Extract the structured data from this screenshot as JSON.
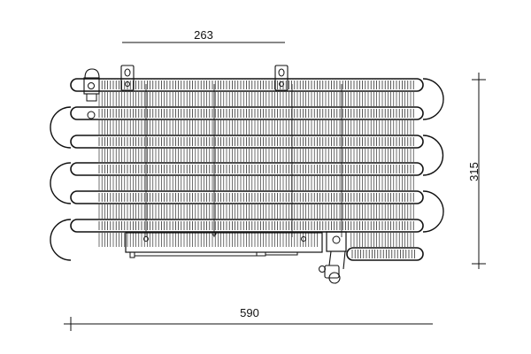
{
  "dimensions": {
    "top_width": "263",
    "height": "315",
    "overall_width": "590"
  },
  "colors": {
    "line": "#111111",
    "background": "#ffffff"
  }
}
